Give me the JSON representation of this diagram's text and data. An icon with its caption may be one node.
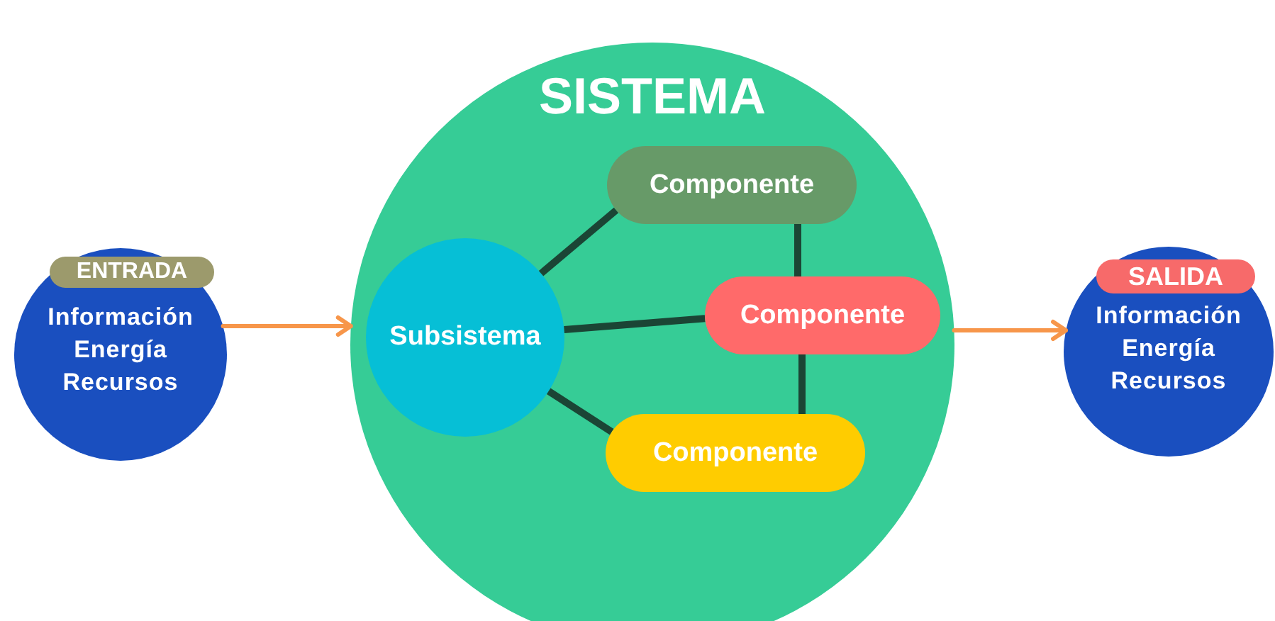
{
  "diagram": {
    "nodes": [
      {
        "text": [
          "Información Energía Recursos"
        ]
      },
      {
        "text": [
          "ENTRADA"
        ],
        "in": 0
      },
      {
        "text": [
          "SISTEMA"
        ]
      },
      {
        "text": [
          "Subsistema"
        ],
        "in": 2
      },
      {
        "text": [
          "Componente"
        ],
        "in": 2
      },
      {
        "text": [
          "Componente"
        ],
        "in": 2
      },
      {
        "text": [
          "Componente"
        ],
        "in": 2
      },
      {
        "text": [
          "Información Energía Recursos"
        ]
      },
      {
        "text": [
          "SALIDA"
        ],
        "in": 7
      }
    ],
    "edges": [
      {
        "from": 0,
        "to": 2,
        "arrow": "to",
        "color": "#f7964a"
      },
      {
        "from": 2,
        "to": 7,
        "arrow": "to",
        "color": "#f7964a"
      },
      {
        "from": 3,
        "to": 4,
        "arrow": "none"
      },
      {
        "from": 3,
        "to": 5,
        "arrow": "none"
      },
      {
        "from": 3,
        "to": 6,
        "arrow": "none"
      },
      {
        "from": 4,
        "to": 5,
        "arrow": "none"
      },
      {
        "from": 5,
        "to": 6,
        "arrow": "none"
      }
    ]
  }
}
